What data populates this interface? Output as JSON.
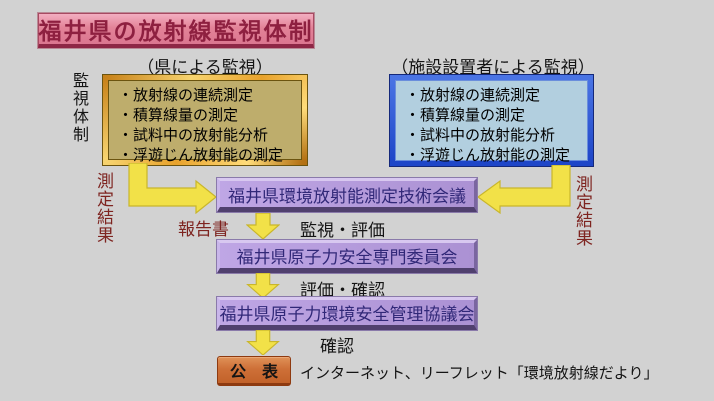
{
  "colors": {
    "background": "#d2d2d2",
    "title_bg": "#e38398",
    "title_text": "#8e2040",
    "pref_box_bg": "#bead6c",
    "pref_box_border_gold": "#e8a22c",
    "operator_box_bg": "#b2cfdf",
    "operator_box_border_blue": "#2452d2",
    "flow_box_bg": "#b59bdd",
    "flow_box_text": "#312878",
    "arrow_yellow": "#f2e148",
    "publish_box_bg": "#ce7038",
    "result_label_text": "#7e2420"
  },
  "title": "福井県の放射線監視体制",
  "side_label": "監視体制",
  "pref_monitoring": {
    "header": "（県による監視）",
    "items": [
      "・放射線の連続測定",
      "・積算線量の測定",
      "・試料中の放射能分析",
      "・浮遊じん放射能の測定"
    ],
    "result_label": "測定結果"
  },
  "operator_monitoring": {
    "header": "（施設設置者による監視）",
    "items": [
      "・放射線の連続測定",
      "・積算線量の測定",
      "・試料中の放射能分析",
      "・浮遊じん放射能の測定"
    ],
    "result_label": "測定結果"
  },
  "flow": {
    "report_label": "報告書",
    "steps": [
      {
        "box": "福井県環境放射能測定技術会議",
        "arrow_label": "監視・評価"
      },
      {
        "box": "福井県原子力安全専門委員会",
        "arrow_label": "評価・確認"
      },
      {
        "box": "福井県原子力環境安全管理協議会",
        "arrow_label": "確認"
      }
    ],
    "publish": {
      "label": "公　表",
      "note": "インターネット、リーフレット「環境放射線だより」"
    }
  }
}
